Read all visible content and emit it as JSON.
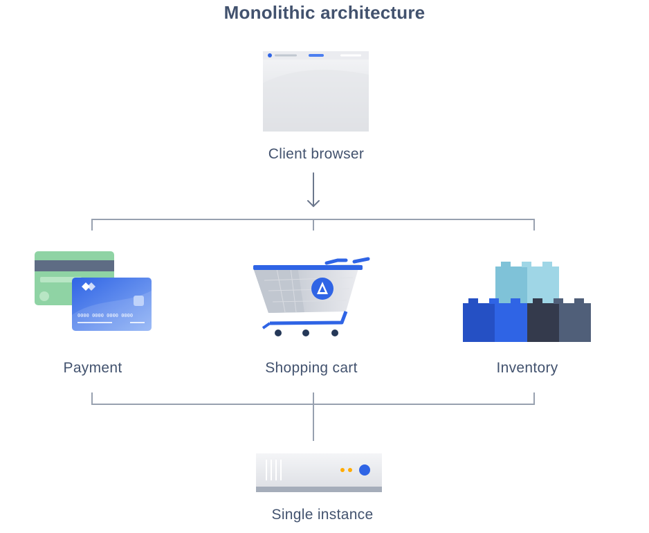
{
  "diagram": {
    "title": "Monolithic architecture",
    "nodes": {
      "client": "Client browser",
      "payment": "Payment",
      "cart": "Shopping cart",
      "inventory": "Inventory",
      "single": "Single instance"
    },
    "card_number": "0000 0000 0000 0000",
    "colors": {
      "text": "#42526e",
      "connector": "#97a0af",
      "accent_blue": "#2f64e5",
      "green_card": "#8fd3a4",
      "light_blue": "#8fcbe0",
      "dark_navy": "#343a4c",
      "orange_dot": "#ffab00"
    }
  }
}
